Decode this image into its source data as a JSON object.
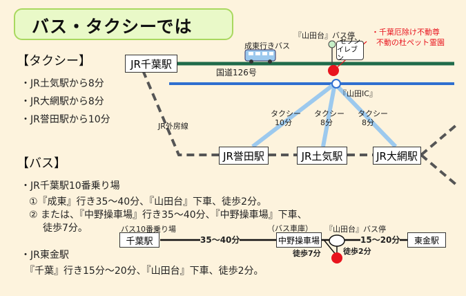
{
  "title": "バス・タクシーでは",
  "taxi": {
    "header": "【タクシー】",
    "items": [
      "・JR土気駅から8分",
      "・JR大網駅から8分",
      "・JR誉田駅から10分"
    ]
  },
  "bus": {
    "header": "【バス】",
    "item1": "・JR千葉駅10番乗り場",
    "item1_a": "①『成東』行き35～40分、『山田台』下車、徒歩2分。",
    "item1_b": "② または、『中野操車場』行き35～40分、『中野操車場』下車、",
    "item1_b2": "徒歩7分。",
    "item2": "・JR東金駅",
    "item2_a": "『千葉』行き15分～20分、『山田台』下車、徒歩2分。"
  },
  "map": {
    "jr_chiba": "JR千葉駅",
    "bus_label": "成東行きバス",
    "route126": "国道126号",
    "yamadadai_stop": "『山田台』バス停",
    "seven_eleven": "セブン\nイレブン",
    "seven_line1": "セブン",
    "seven_line2": "イレブン",
    "temple_line1": "・千葉厄除け不動尊",
    "temple_line2": "不動の杜ペット霊園",
    "yamada_ic": "『山田IC』",
    "sotobo": "JR外房線",
    "taxi1": "タクシー",
    "taxi1_time": "10分",
    "taxi2": "タクシー",
    "taxi2_time": "8分",
    "taxi3": "タクシー",
    "taxi3_time": "8分",
    "honda": "JR誉田駅",
    "toke": "JR土気駅",
    "oami": "JR大網駅"
  },
  "route": {
    "bus_stop10": "バス10番乗り場",
    "chiba": "千葉駅",
    "time1": "35～40分",
    "depot_note": "（バス車庫）",
    "nakano": "中野操車場",
    "yamadadai": "『山田台』バス停",
    "time2": "15～20分",
    "togane": "東金駅",
    "walk7": "徒歩7分",
    "walk2": "徒歩2分"
  },
  "colors": {
    "green_road": "#1f6b4a",
    "blue_road": "#2f6fd0",
    "taxi_line": "#9cc9ee",
    "rail_dash": "#555555",
    "red": "#e8141e",
    "background": "#fdf3dd"
  }
}
